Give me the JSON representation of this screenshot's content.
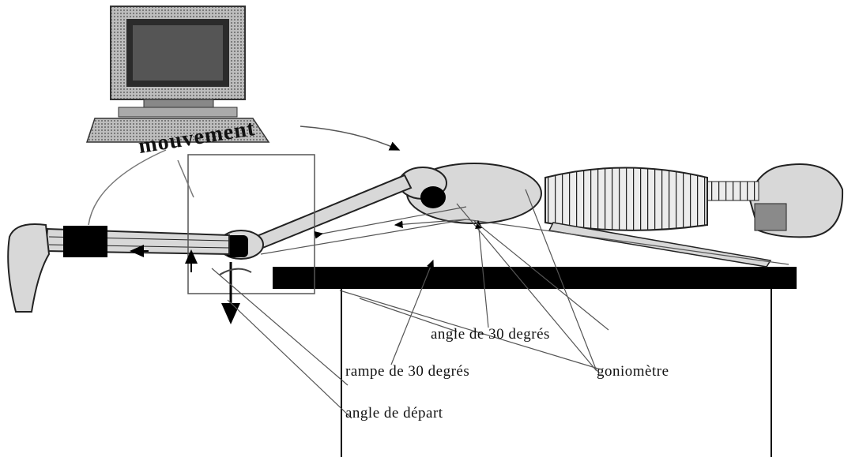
{
  "labels": {
    "movement": "mouvement",
    "angle_30": "angle de 30 degrés",
    "ramp_30": "rampe de 30 degrés",
    "goniometer": "goniomètre",
    "start_angle": "angle de départ"
  },
  "icons": {
    "monitor": "computer-monitor-icon",
    "skeleton": "skeleton-illustration"
  },
  "colors": {
    "ink": "#000000",
    "line": "#555555",
    "bone": "#d8d8d8"
  }
}
